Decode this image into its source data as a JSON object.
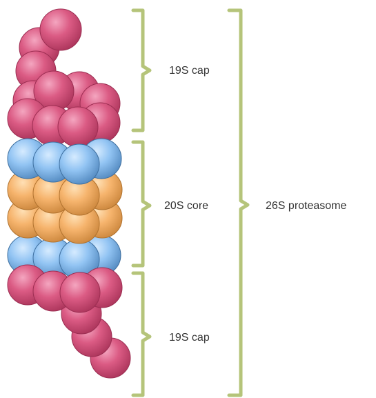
{
  "labels": {
    "top_cap": "19S cap",
    "core": "20S core",
    "bottom_cap": "19S cap",
    "whole": "26S proteasome"
  },
  "colors": {
    "cap_subunit": "#d9577f",
    "beta_ring": "#8fc2f2",
    "alpha_ring": "#f7b772",
    "brace": "#b5c47a",
    "text": "#333333"
  }
}
